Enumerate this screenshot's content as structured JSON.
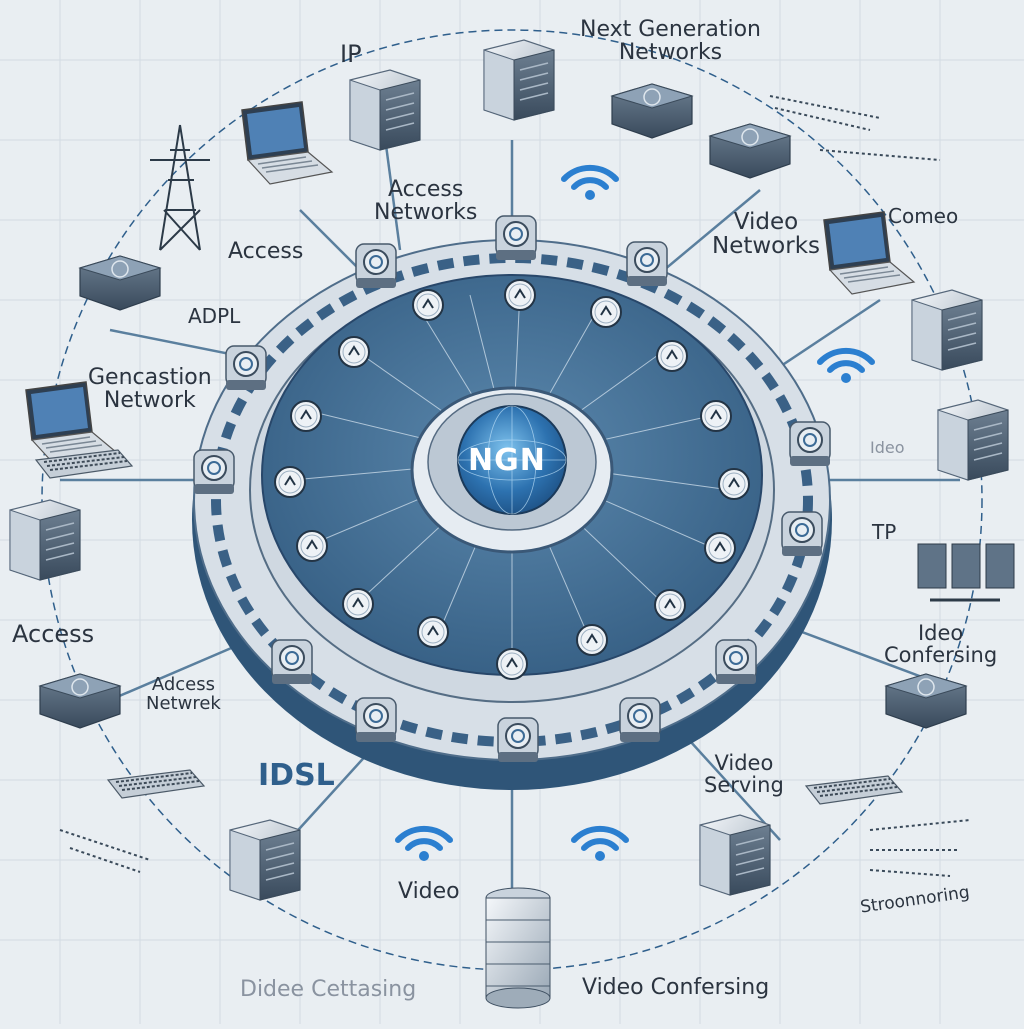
{
  "center": {
    "label": "NGN"
  },
  "labels": {
    "ip": "IP",
    "next_generation_networks": "Next Generation\nNetworks",
    "access_networks": "Access\nNetworks",
    "video_networks": "Video\nNetworks",
    "comeo": "Comeo",
    "access_top": "Access",
    "adpl": "ADPL",
    "gencastion_network": "Gencastion\nNetwork",
    "access_left": "Access",
    "adcess_netwrek": "Adcess\nNetwrek",
    "idsl": "IDSL",
    "video_bottom": "Video",
    "video_serving": "Video\nServing",
    "ideo_confersing": "Ideo\nConfersing",
    "video_confersing": "Video Confersing",
    "didee_cettasing": "Didee Cettasing",
    "stroonnoring": "Stroonnoring",
    "tp": "TP",
    "ideo": "Ideo"
  },
  "colors": {
    "background": "#e9eef2",
    "disk": "#3f6a90",
    "disk_dark": "#2d5273",
    "ring": "#567a99",
    "accent": "#2b7fd0",
    "line": "#5a7f9e"
  },
  "icons": [
    "server-icon",
    "laptop-icon",
    "transmission-tower-icon",
    "router-icon",
    "wifi-icon",
    "keyboard-icon",
    "database-icon",
    "monitor-icon"
  ]
}
